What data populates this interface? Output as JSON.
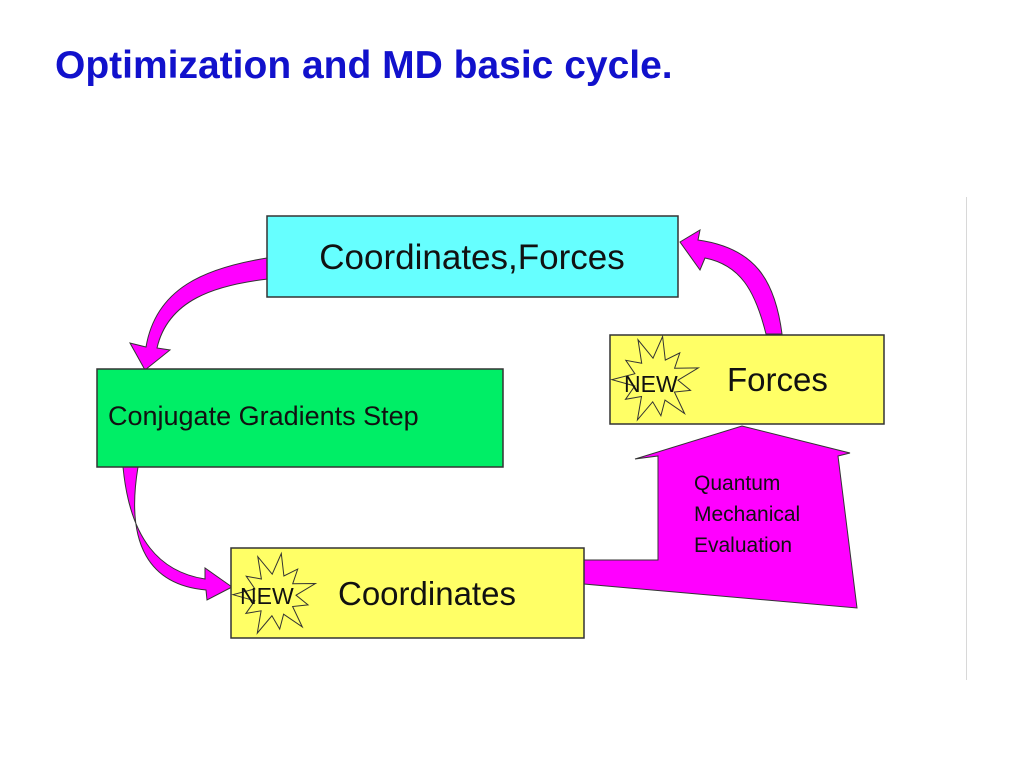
{
  "title": "Optimization and MD basic cycle.",
  "colors": {
    "title": "#1111cc",
    "arrow": "#ff00ff",
    "box_coordinates_forces": "#66ffff",
    "box_conjugate_gradients": "#00ee66",
    "box_new": "#ffff66",
    "starburst": "#ffff66"
  },
  "diagram": {
    "box_coordinates_forces": "Coordinates,Forces",
    "box_conjugate_gradients": "Conjugate Gradients Step",
    "box_new_forces": "Forces",
    "box_new_coordinates": "Coordinates",
    "starburst_forces": "NEW",
    "starburst_coordinates": "NEW",
    "arrow_label_lines": [
      "Quantum",
      "Mechanical",
      "Evaluation"
    ]
  }
}
